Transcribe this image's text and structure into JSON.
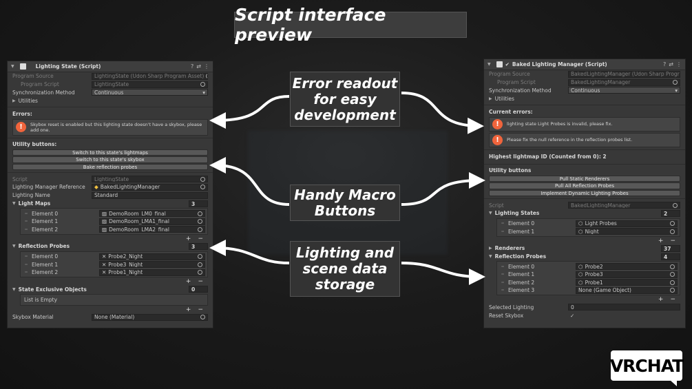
{
  "title": "Script interface preview",
  "callouts": {
    "error": "Error readout\nfor easy\ndevelopment",
    "macro": "Handy Macro\nButtons",
    "storage": "Lighting and\nscene data\nstorage"
  },
  "logo": "VRCHAT",
  "left_panel": {
    "header": "Lighting State (Script)",
    "program_source_label": "Program Source",
    "program_source_value": "LightingState (Udon Sharp Program Asset)",
    "program_script_label": "Program Script",
    "program_script_value": "LightingState",
    "sync_label": "Synchronization Method",
    "sync_value": "Continuous",
    "utilities": "Utilities",
    "errors_label": "Errors:",
    "error_text": "Skybox reset is enabled but this lighting state doesn't have a skybox, please add one.",
    "utility_buttons_label": "Utility buttons:",
    "buttons": [
      "Switch to this state's lightmaps",
      "Switch to this state's skybox",
      "Bake reflection probes"
    ],
    "script_label": "Script",
    "script_value": "LightingState",
    "manager_ref_label": "Lighting Manager Reference",
    "manager_ref_value": "BakedLightingManager",
    "lighting_name_label": "Lighting Name",
    "lighting_name_value": "Standard",
    "light_maps": {
      "label": "Light Maps",
      "count": "3",
      "items": [
        {
          "name": "Element 0",
          "value": "DemoRoom_LM0_final"
        },
        {
          "name": "Element 1",
          "value": "DemoRoom_LMA1_final"
        },
        {
          "name": "Element 2",
          "value": "DemoRoom_LMA2_final"
        }
      ]
    },
    "reflection_probes": {
      "label": "Reflection Probes",
      "count": "3",
      "items": [
        {
          "name": "Element 0",
          "value": "Probe2_Night"
        },
        {
          "name": "Element 1",
          "value": "Probe3_Night"
        },
        {
          "name": "Element 2",
          "value": "Probe1_Night"
        }
      ]
    },
    "exclusive": {
      "label": "State Exclusive Objects",
      "count": "0",
      "empty_text": "List is Empty"
    },
    "skybox_label": "Skybox Material",
    "skybox_value": "None (Material)"
  },
  "right_panel": {
    "header": "Baked Lighting Manager (Script)",
    "program_source_label": "Program Source",
    "program_source_value": "BakedLightingManager (Udon Sharp Program",
    "program_script_label": "Program Script",
    "program_script_value": "BakedLightingManager",
    "sync_label": "Synchronization Method",
    "sync_value": "Continuous",
    "utilities": "Utilities",
    "errors_label": "Current errors:",
    "errors": [
      "lighting state Light Probes is invalid, please fix.",
      "Please fix the null reference in the reflection probes list."
    ],
    "highest_lightmap": "Highest lightmap ID (Counted from 0): 2",
    "utility_buttons_label": "Utility buttons",
    "buttons": [
      "Pull Static Renderers",
      "Pull All Reflection Probes",
      "Implement Dynamic Lighting Probes"
    ],
    "script_label": "Script",
    "script_value": "BakedLightingManager",
    "lighting_states": {
      "label": "Lighting States",
      "count": "2",
      "items": [
        {
          "name": "Element 0",
          "value": "Light Probes"
        },
        {
          "name": "Element 1",
          "value": "Night"
        }
      ]
    },
    "renderers": {
      "label": "Renderers",
      "count": "37"
    },
    "reflection_probes": {
      "label": "Reflection Probes",
      "count": "4",
      "items": [
        {
          "name": "Element 0",
          "value": "Probe2"
        },
        {
          "name": "Element 1",
          "value": "Probe3"
        },
        {
          "name": "Element 2",
          "value": "Probe1"
        },
        {
          "name": "Element 3",
          "value": "None (Game Object)"
        }
      ]
    },
    "selected_lighting_label": "Selected Lighting",
    "selected_lighting_value": "0",
    "reset_skybox_label": "Reset Skybox",
    "reset_skybox_value": "✓"
  }
}
